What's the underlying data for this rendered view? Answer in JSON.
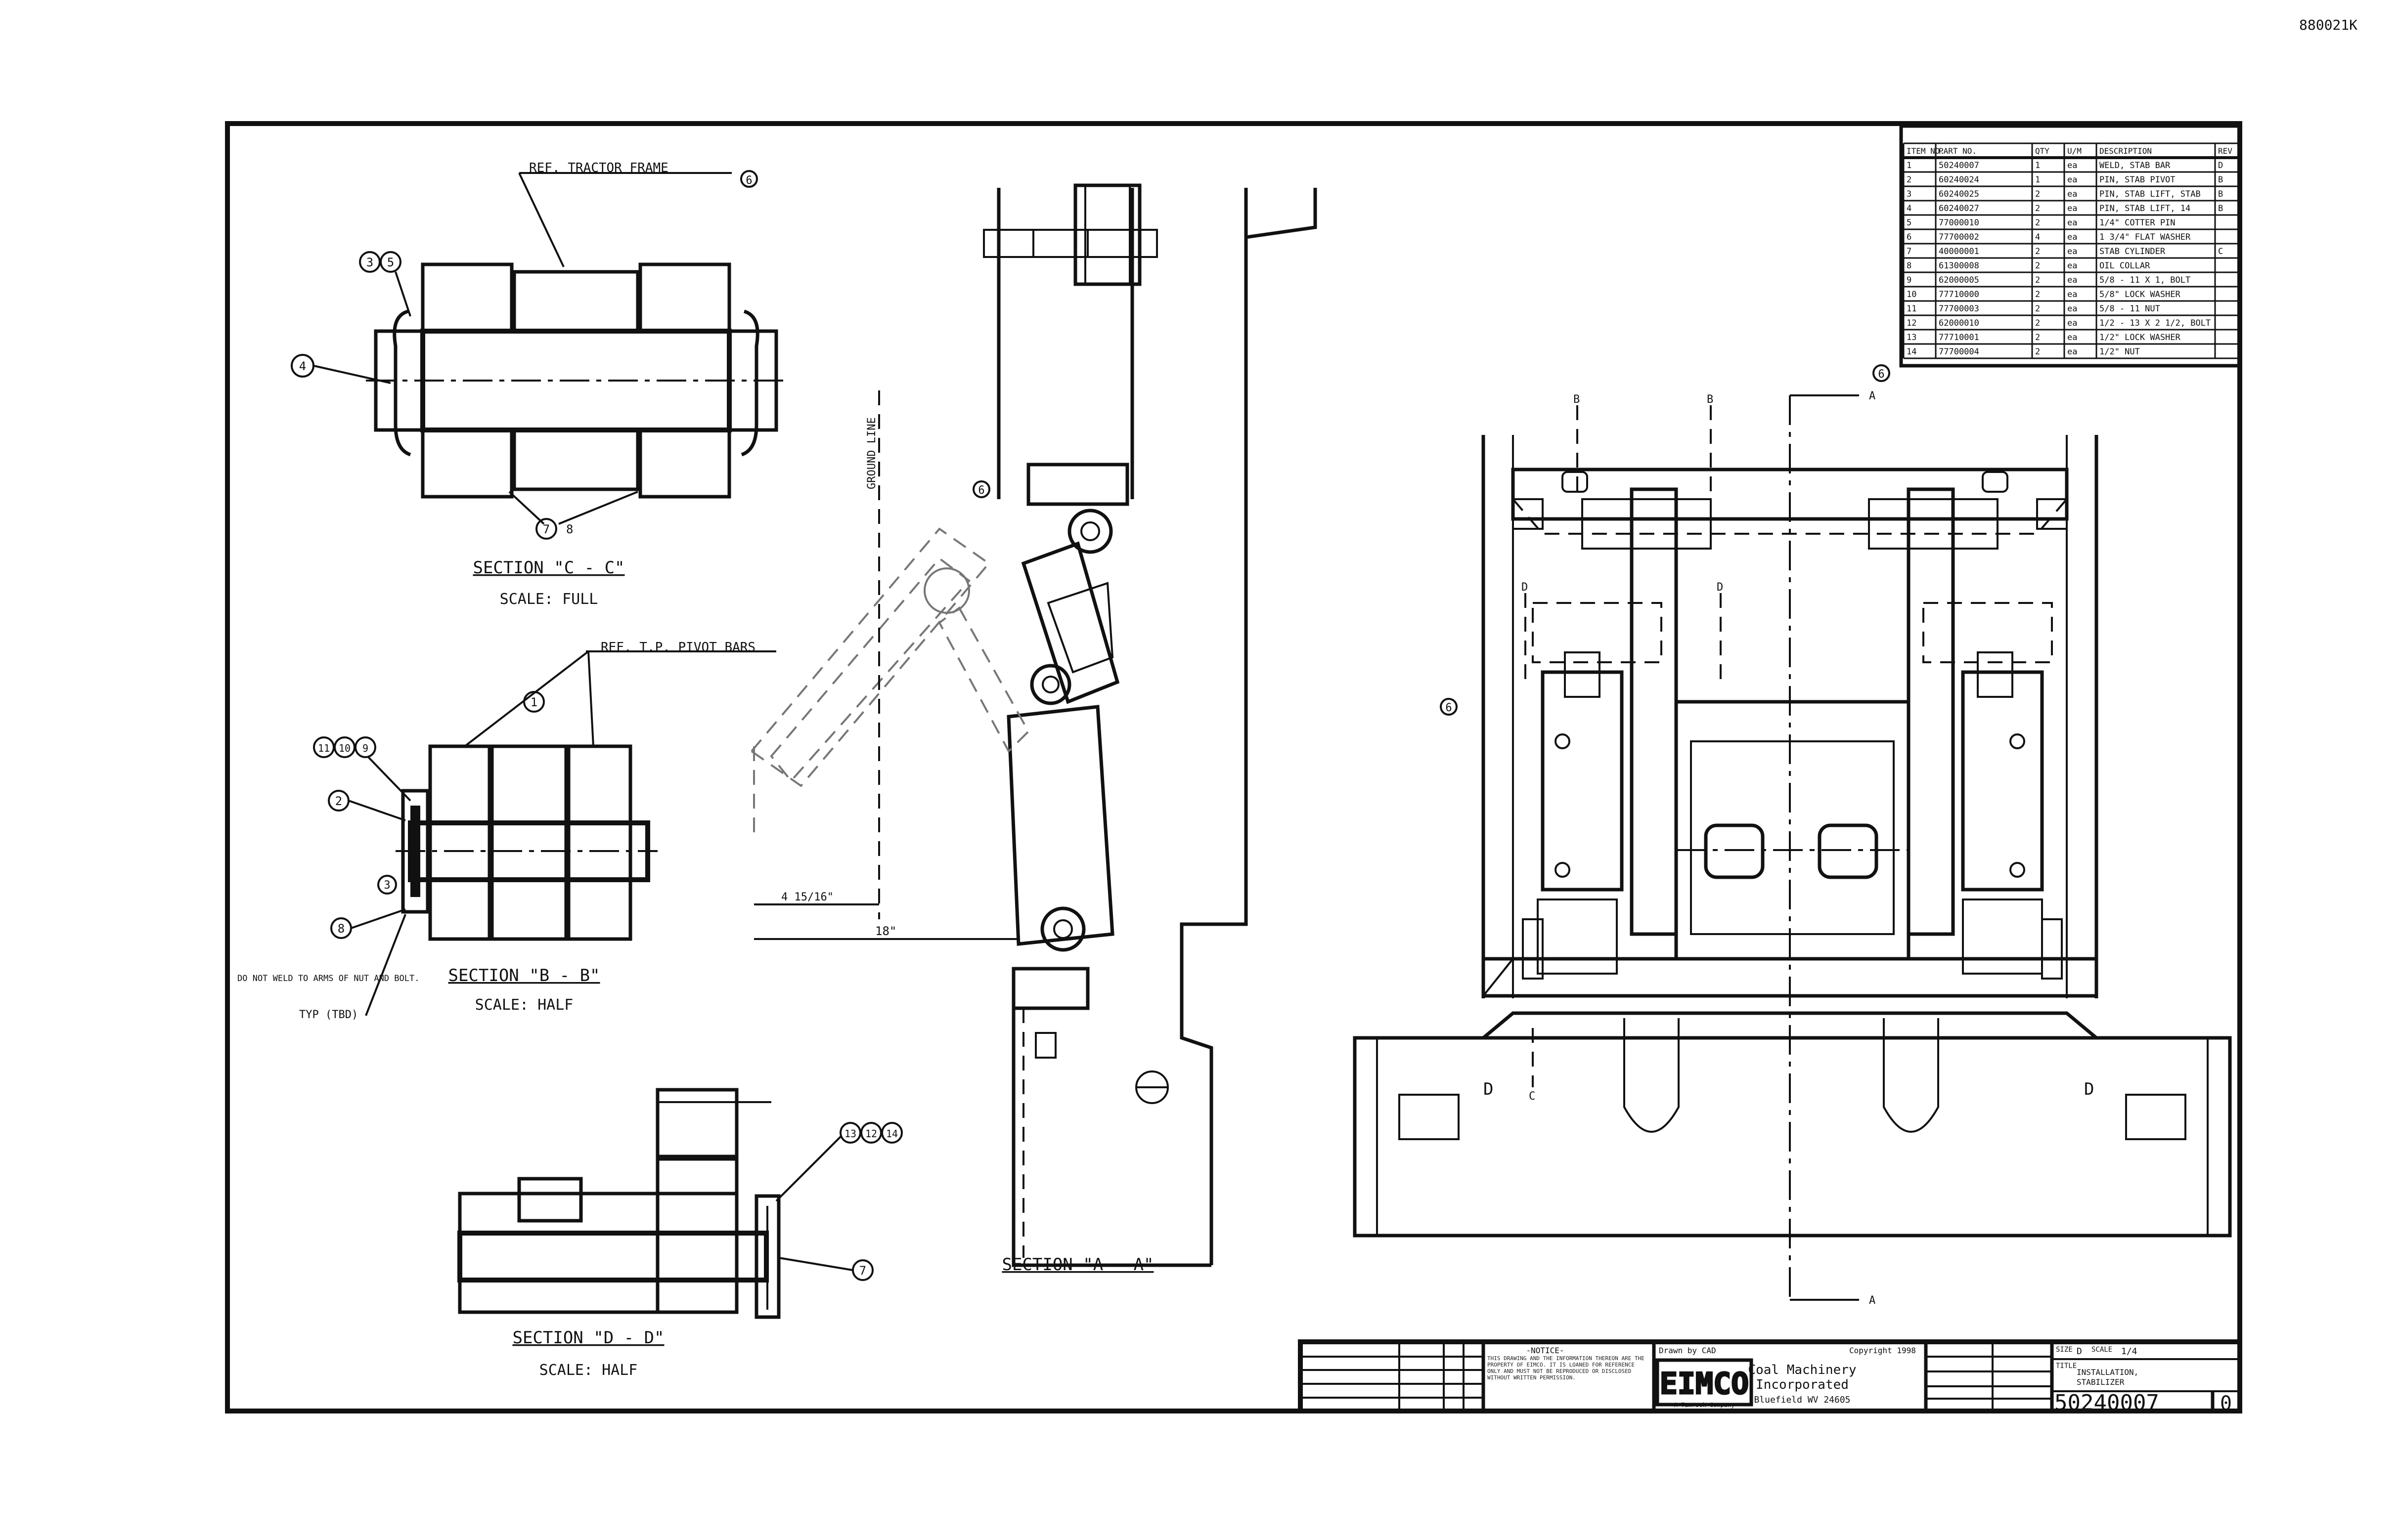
{
  "sheet": {
    "corner_ref": "880021K",
    "balloon_ref_main": "6"
  },
  "section_c": {
    "callout_ref": "REF. TRACTOR FRAME",
    "callout_balloon": "6",
    "balloons_top": [
      "3",
      "5"
    ],
    "balloon_left": "4",
    "balloon_bottom": "7",
    "balloon_bottom_b": "8",
    "title": "SECTION \"C - C\"",
    "scale": "SCALE: FULL"
  },
  "section_b": {
    "callout_ref": "REF. T.P. PIVOT BARS",
    "balloons_top": [
      "11",
      "10",
      "9"
    ],
    "balloon_pin": "1",
    "balloon_2": "2",
    "balloon_3": "3",
    "balloon_8": "8",
    "note": "DO NOT WELD TO ARMS OF NUT AND BOLT.",
    "typ": "TYP (TBD)",
    "title": "SECTION \"B - B\"",
    "scale": "SCALE: HALF"
  },
  "section_d": {
    "balloons": [
      "13",
      "12",
      "14"
    ],
    "balloon_7": "7",
    "title": "SECTION \"D - D\"",
    "scale": "SCALE: HALF"
  },
  "section_a": {
    "ground_line": "GROUND LINE",
    "dim_small": "4 15/16\"",
    "dim_large": "18\"",
    "balloon": "6",
    "title": "SECTION \"A - A\""
  },
  "plan_view": {
    "cut_labels": [
      "B",
      "B",
      "A",
      "D",
      "D",
      "C",
      "A"
    ],
    "balloon": "6",
    "side_marks": [
      "D",
      "D"
    ]
  },
  "bom": {
    "header": [
      "ITEM NO.",
      "PART NO.",
      "QTY",
      "U/M",
      "DESCRIPTION",
      "REV"
    ],
    "rows": [
      [
        "1",
        "50240007",
        "1",
        "ea",
        "WELD, STAB BAR",
        "D"
      ],
      [
        "2",
        "60240024",
        "1",
        "ea",
        "PIN, STAB PIVOT",
        "B"
      ],
      [
        "3",
        "60240025",
        "2",
        "ea",
        "PIN, STAB LIFT, STAB",
        "B"
      ],
      [
        "4",
        "60240027",
        "2",
        "ea",
        "PIN, STAB LIFT, 14",
        "B"
      ],
      [
        "5",
        "77000010",
        "2",
        "ea",
        "1/4\" COTTER PIN",
        ""
      ],
      [
        "6",
        "77700002",
        "4",
        "ea",
        "1 3/4\" FLAT WASHER",
        ""
      ],
      [
        "7",
        "40000001",
        "2",
        "ea",
        "STAB CYLINDER",
        "C"
      ],
      [
        "8",
        "61300008",
        "2",
        "ea",
        "OIL COLLAR",
        ""
      ],
      [
        "9",
        "62000005",
        "2",
        "ea",
        "5/8 - 11 X 1, BOLT",
        ""
      ],
      [
        "10",
        "77710000",
        "2",
        "ea",
        "5/8\" LOCK WASHER",
        ""
      ],
      [
        "11",
        "77700003",
        "2",
        "ea",
        "5/8 - 11 NUT",
        ""
      ],
      [
        "12",
        "62000010",
        "2",
        "ea",
        "1/2 - 13 X 2 1/2, BOLT",
        ""
      ],
      [
        "13",
        "77710001",
        "2",
        "ea",
        "1/2\" LOCK WASHER",
        ""
      ],
      [
        "14",
        "77700004",
        "2",
        "ea",
        "1/2\" NUT",
        ""
      ]
    ]
  },
  "title_block": {
    "notice_title": "-NOTICE-",
    "notice_text": "THIS DRAWING AND THE INFORMATION THEREON ARE THE PROPERTY OF EIMCO. IT IS LOANED FOR REFERENCE ONLY AND MUST NOT BE REPRODUCED OR DISCLOSED WITHOUT WRITTEN PERMISSION.",
    "drawn": "Drawn by CAD",
    "date": "Copyright 1998",
    "logo": "EIMCO",
    "logo_sub": "A Tamrock Company",
    "company_lines": [
      "Coal Machinery",
      "Incorporated",
      "Bluefield WV 24605"
    ],
    "title_label": "TITLE",
    "title_lines": [
      "INSTALLATION,",
      "STABILIZER"
    ],
    "size_label": "SIZE",
    "size_val": "D",
    "scale_label": "SCALE",
    "scale_val": "1/4",
    "dwg_no": "50240007",
    "rev": "0"
  }
}
